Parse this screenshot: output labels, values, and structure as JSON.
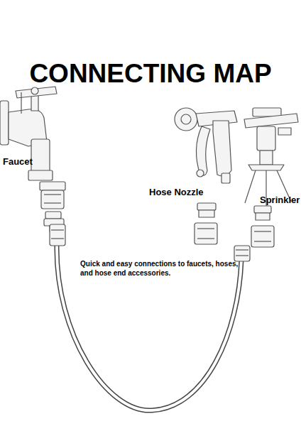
{
  "diagram": {
    "title": "CONNECTING MAP",
    "labels": [
      "Faucet",
      "Hose Nozzle",
      "Sprinkler",
      "Quick and easy connections to faucets, hoses, and hose end accessories."
    ]
  }
}
